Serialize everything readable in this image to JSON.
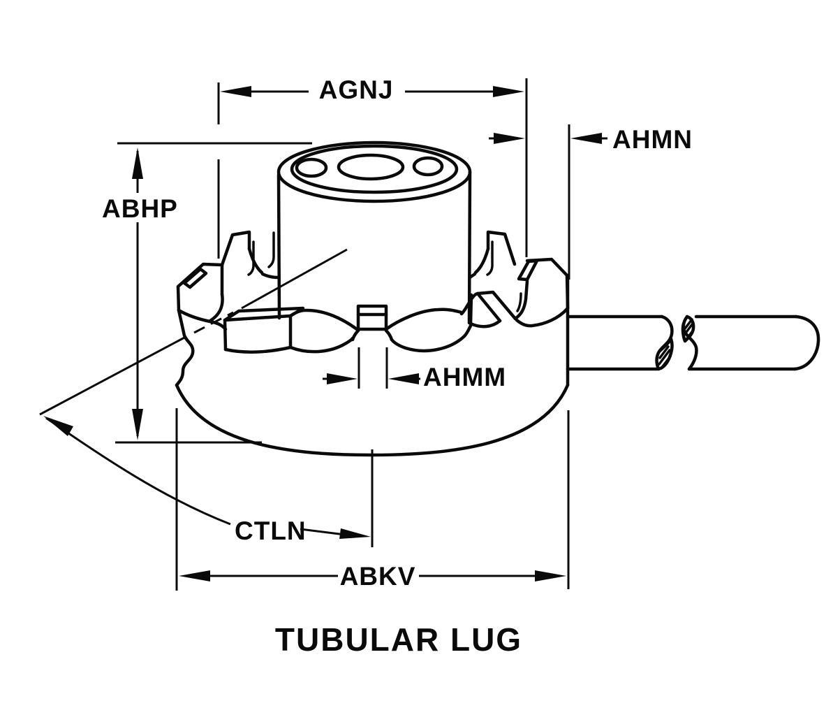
{
  "drawing": {
    "title": "TUBULAR LUG"
  },
  "dimensions": {
    "agnj": {
      "label": "AGNJ"
    },
    "ahmn": {
      "label": "AHMN"
    },
    "abhp": {
      "label": "ABHP"
    },
    "ahmm": {
      "label": "AHMM"
    },
    "ctln": {
      "label": "CTLN"
    },
    "abkv": {
      "label": "ABKV"
    }
  },
  "colors": {
    "ink": "#0a0a0a",
    "paper": "#ffffff"
  }
}
